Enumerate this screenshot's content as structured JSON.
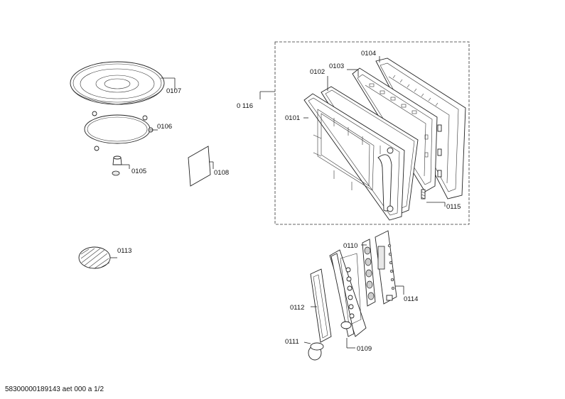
{
  "labels": {
    "p0101": "0101",
    "p0102": "0102",
    "p0103": "0103",
    "p0104": "0104",
    "p0105": "0105",
    "p0106": "0106",
    "p0107": "0107",
    "p0108": "0108",
    "p0109": "0109",
    "p0110": "0110",
    "p0111": "0111",
    "p0112": "0112",
    "p0113": "0113",
    "p0114": "0114",
    "p0115": "0115",
    "p0116": "0 116"
  },
  "footer": "58300000189143 aet 000 a 1/2"
}
